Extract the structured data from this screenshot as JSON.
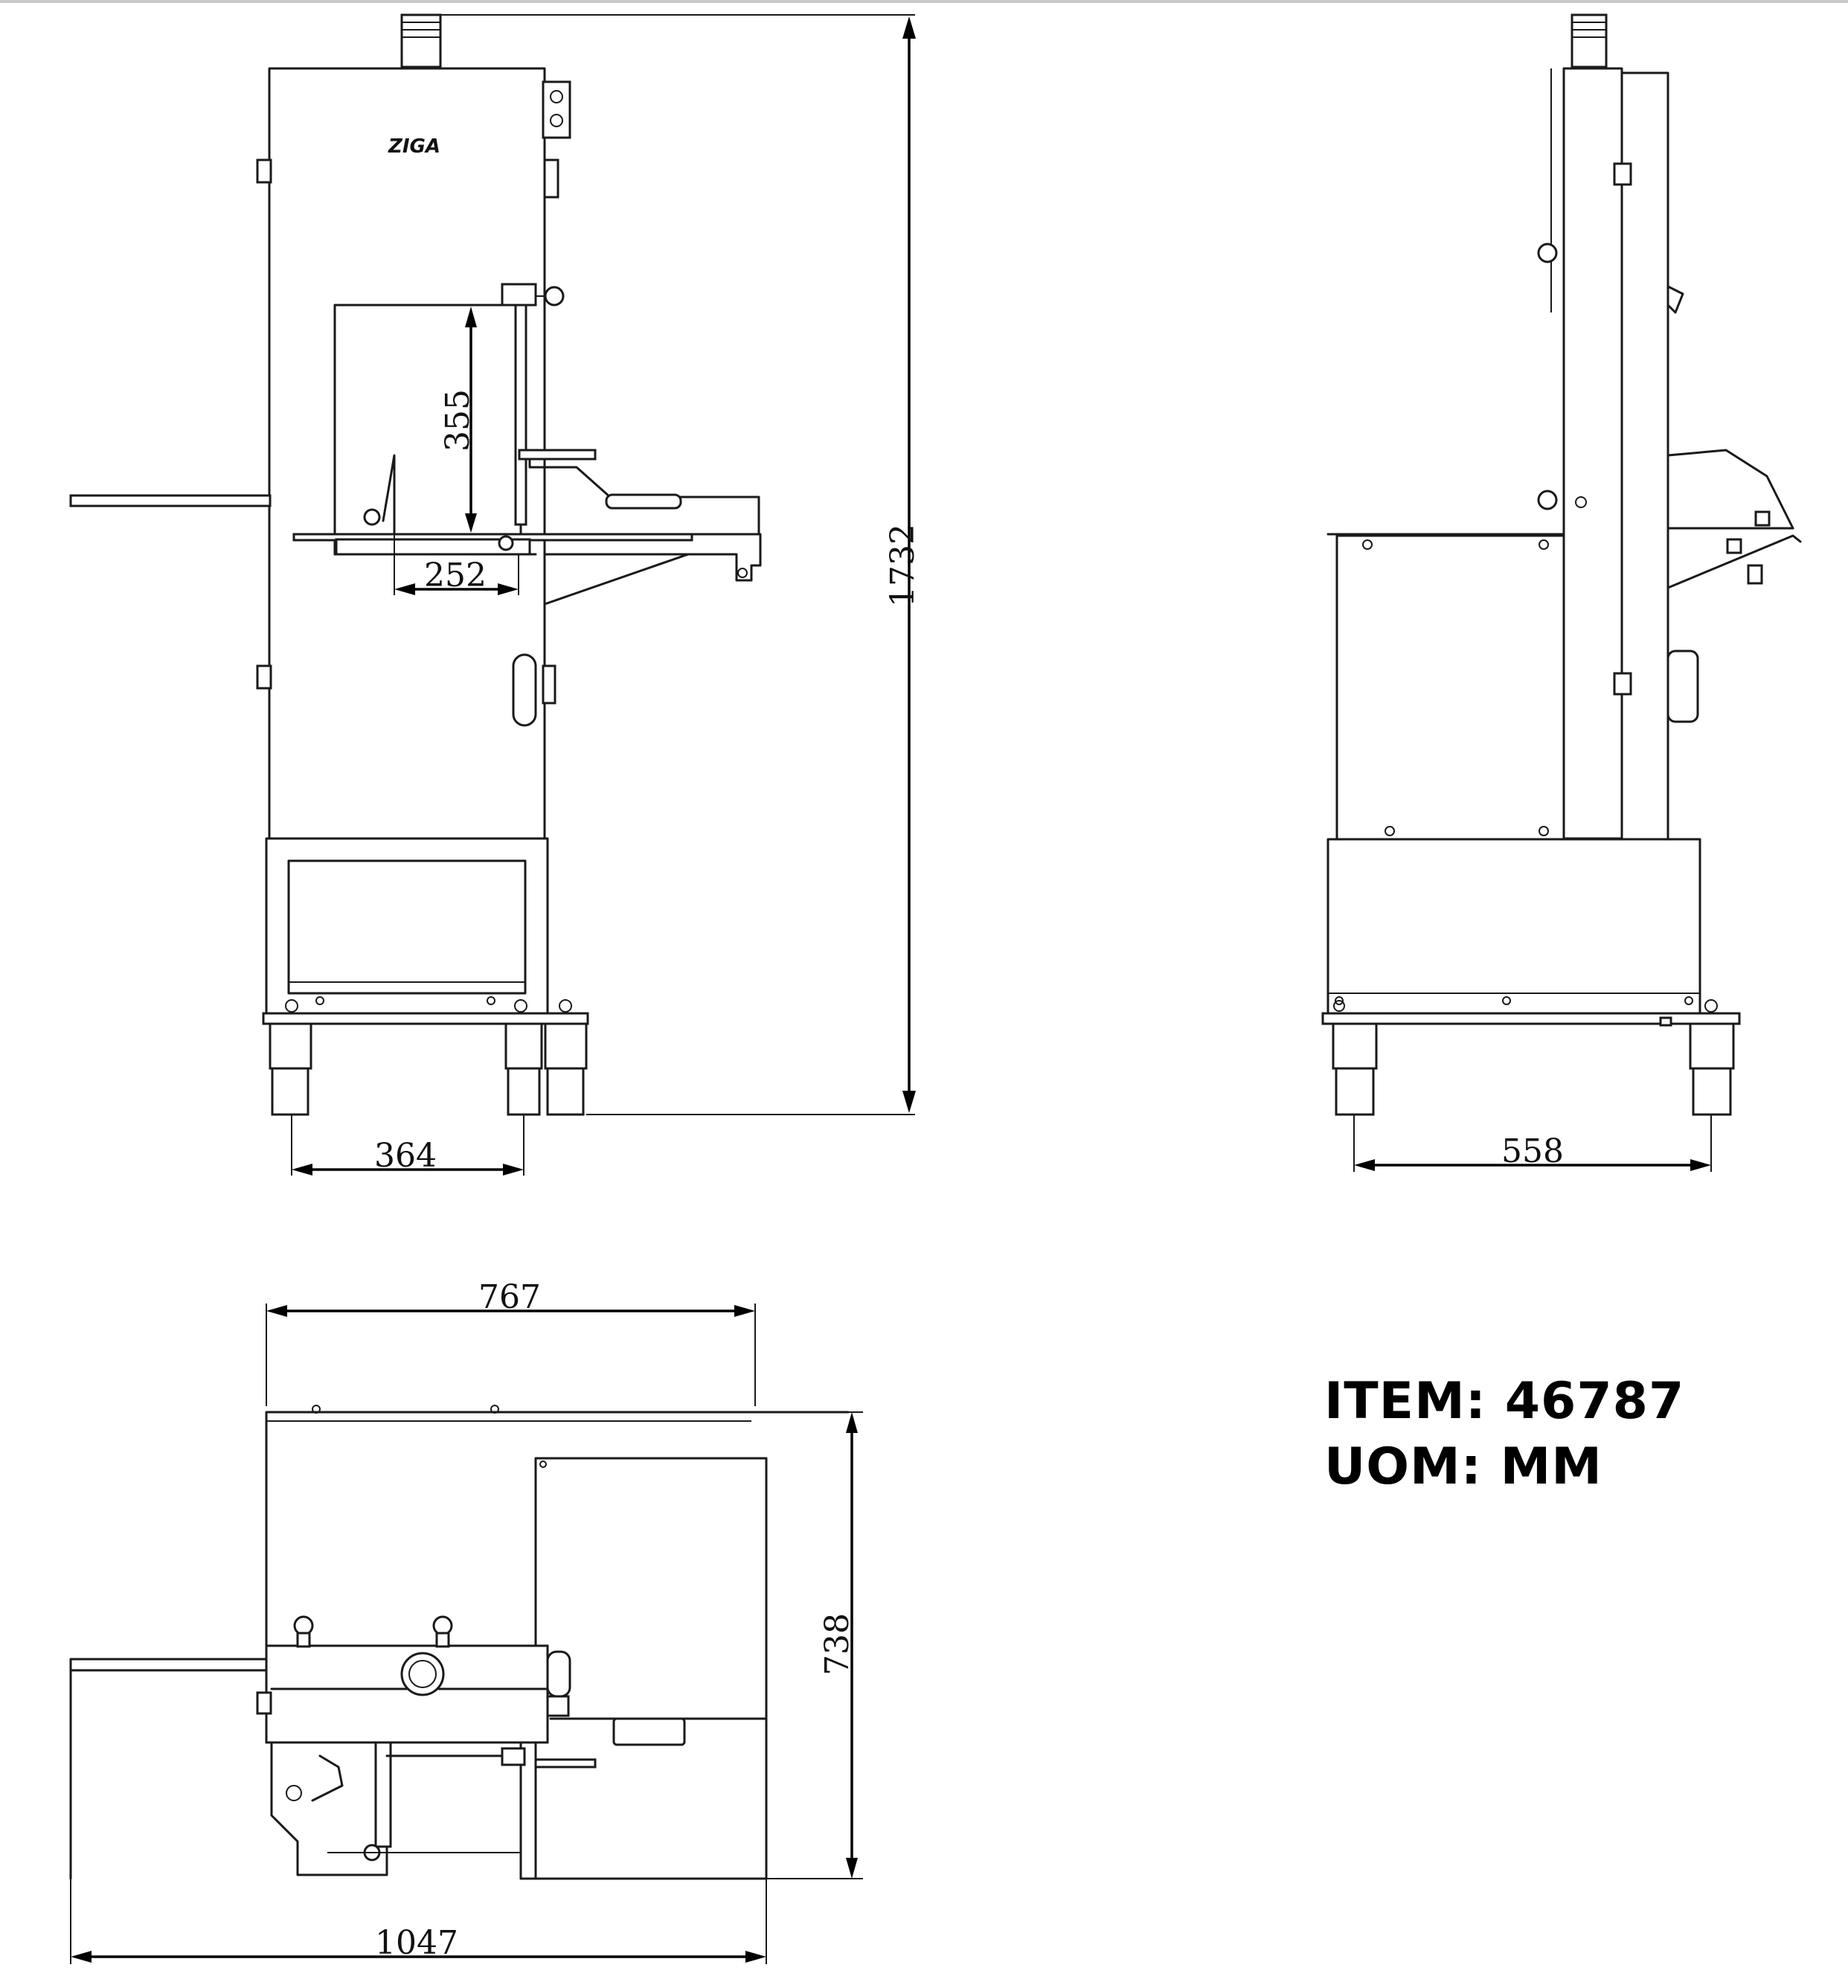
{
  "drawing": {
    "title_block": {
      "item_label": "ITEM:",
      "item_value": "46787",
      "uom_label": "UOM:",
      "uom_value": "MM"
    },
    "brand_mark": "ZIGA",
    "dimensions": {
      "front_height": "1732",
      "front_cut_height": "355",
      "front_cut_width": "252",
      "front_leg_spacing": "364",
      "side_leg_spacing": "558",
      "top_width": "767",
      "top_depth": "738",
      "top_overall_width": "1047"
    }
  }
}
